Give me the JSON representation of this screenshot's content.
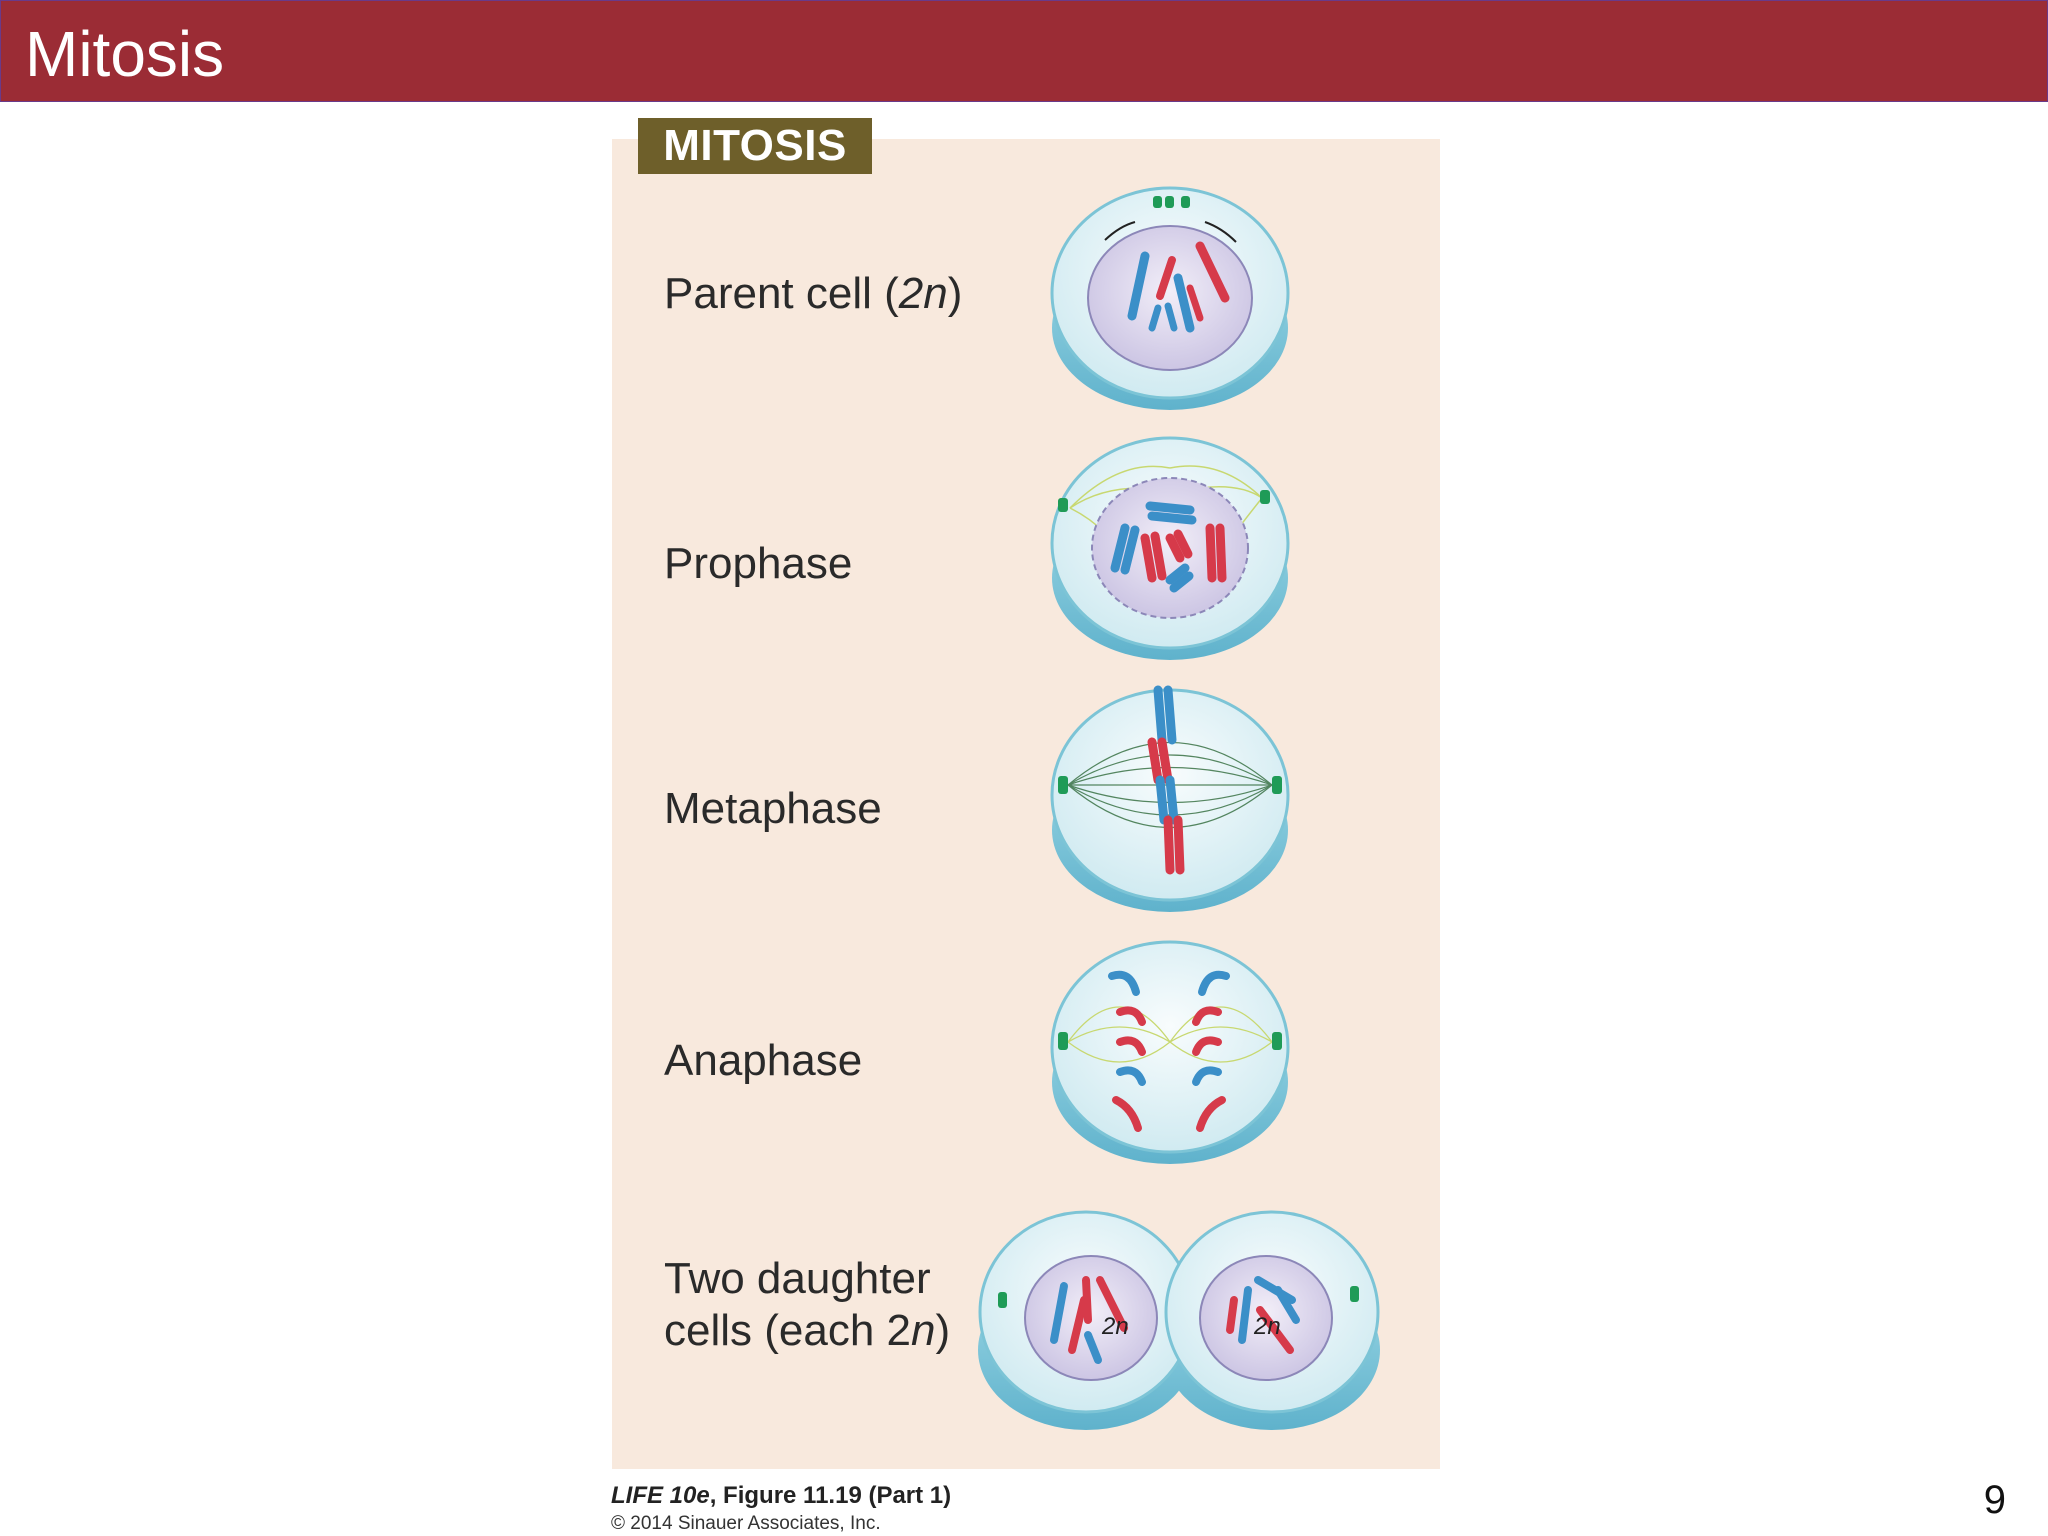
{
  "slide": {
    "title": "Mitosis",
    "page_number": "9"
  },
  "figure": {
    "header": "MITOSIS",
    "stages": [
      {
        "label": "Parent cell (",
        "italic": "2n",
        "suffix": ")"
      },
      {
        "label": "Prophase"
      },
      {
        "label": "Metaphase"
      },
      {
        "label": "Anaphase"
      },
      {
        "line1": "Two daughter",
        "line2_pre": "cells (each 2",
        "line2_italic": "n",
        "line2_post": ")"
      }
    ],
    "daughter_ploidy": [
      "2n",
      "2n"
    ],
    "caption_title": "LIFE 10e",
    "caption_figure": ", Figure 11.19 (Part 1)",
    "copyright": "© 2014 Sinauer Associates, Inc."
  },
  "colors": {
    "title_bar": "#9b2c35",
    "panel": "#f8e9dd",
    "tab": "#6e5f2a",
    "chromosome_red": "#d63a4a",
    "chromosome_blue": "#3b8fc8",
    "cell_cyan": "#8fd0de",
    "nucleus": "#d9d3ec",
    "spindle": "#c8d870"
  }
}
